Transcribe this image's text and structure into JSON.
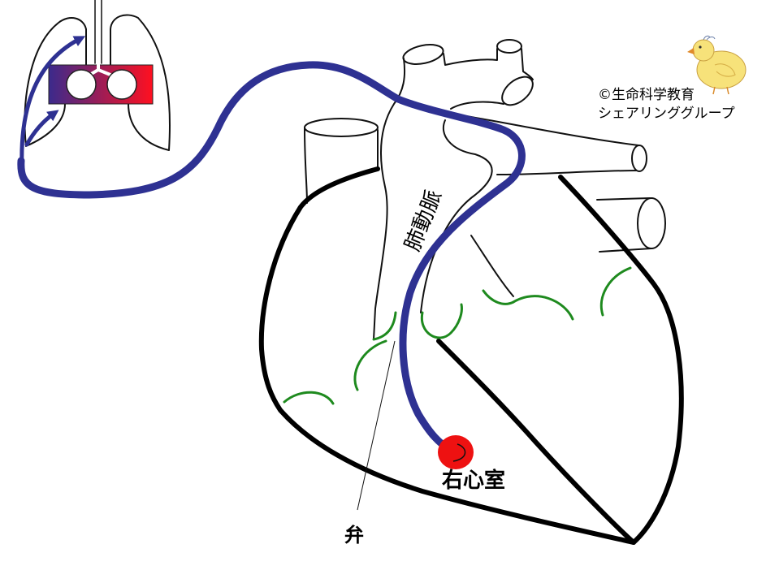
{
  "diagram": {
    "labels": {
      "pulmonary_artery": "肺動脈",
      "right_ventricle": "右心室",
      "valve": "弁"
    },
    "copyright": {
      "line1": "©生命科学教育",
      "line2": "シェアリンググループ"
    }
  },
  "colors": {
    "blood_path": "#2e3192",
    "right_ventricle": "#ee1111",
    "valve": "#1e8a1e",
    "outline": "#000000",
    "lung_gradient_start": "#3b2a8c",
    "lung_gradient_end": "#ff1020"
  },
  "icons": {
    "mascot": "chick-illustration"
  }
}
